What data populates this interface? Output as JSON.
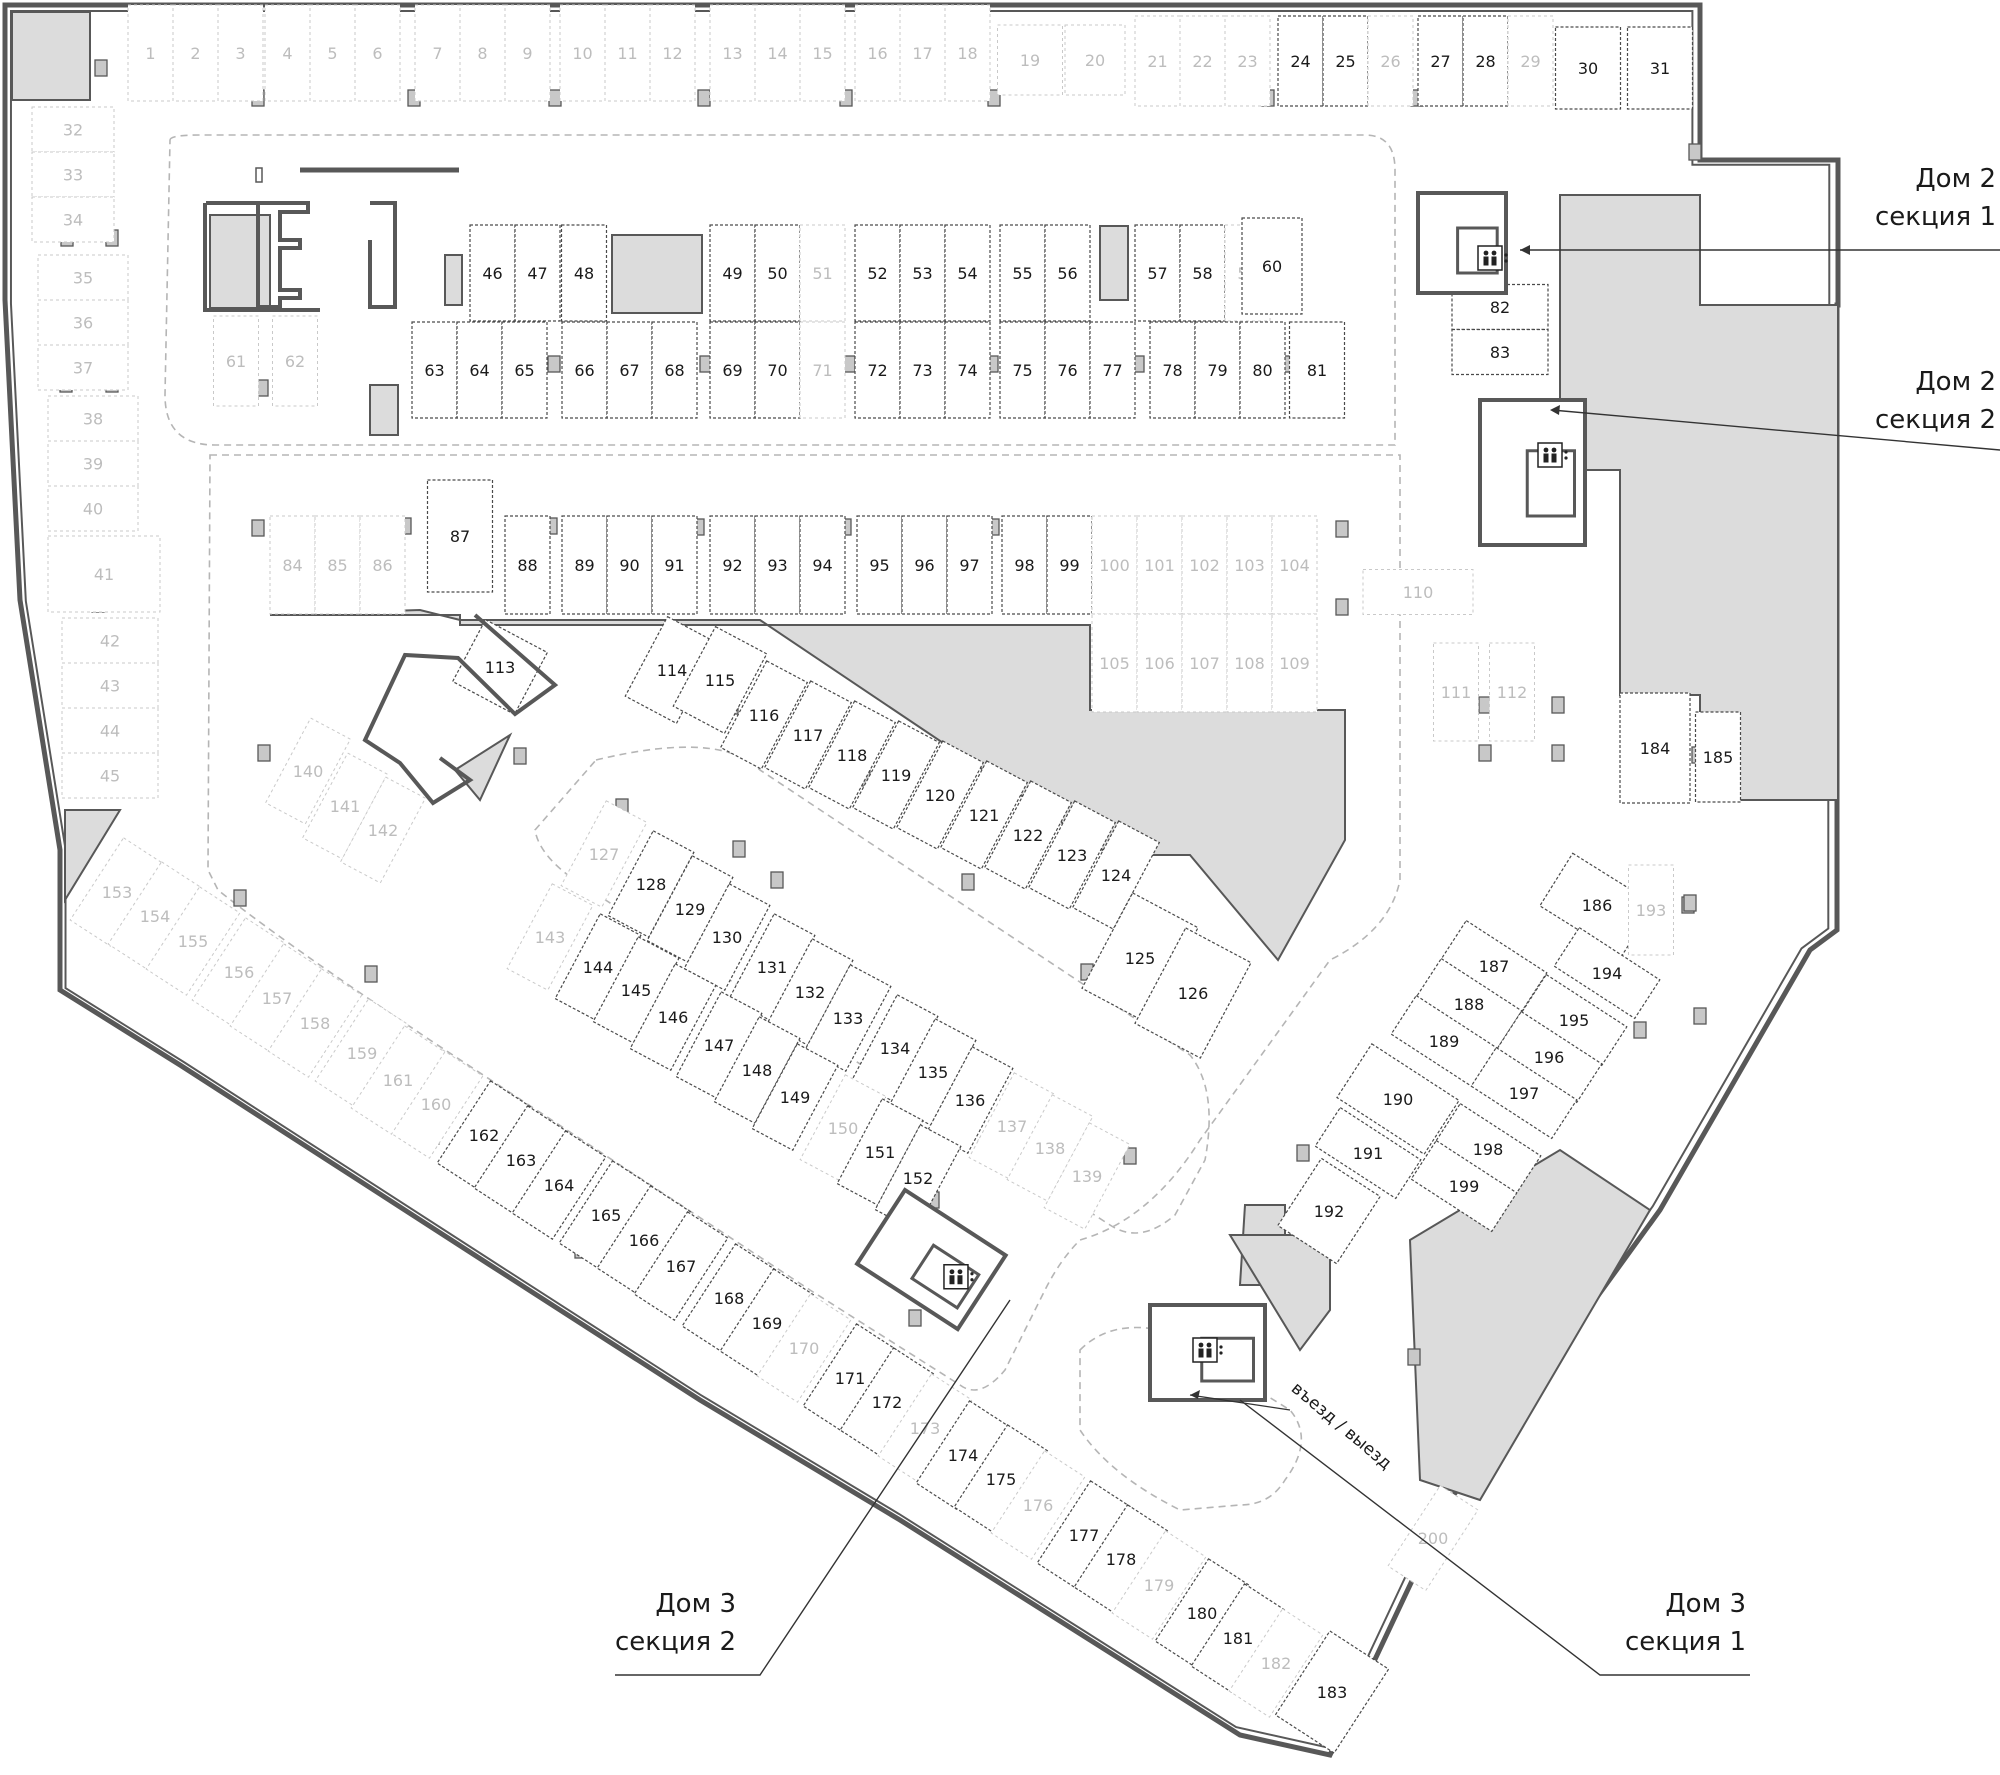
{
  "plan": {
    "colors": {
      "wall": "#585858",
      "core": "#dcdcdc",
      "stroke": "#4a4a4a",
      "available": "#1a1a1a",
      "unavailable": "#bdbdbd",
      "dash": "#b5b5b5"
    },
    "parking_spaces": [
      {
        "id": "1",
        "available": false
      },
      {
        "id": "2",
        "available": false
      },
      {
        "id": "3",
        "available": false
      },
      {
        "id": "4",
        "available": false
      },
      {
        "id": "5",
        "available": false
      },
      {
        "id": "6",
        "available": false
      },
      {
        "id": "7",
        "available": false
      },
      {
        "id": "8",
        "available": false
      },
      {
        "id": "9",
        "available": false
      },
      {
        "id": "10",
        "available": false
      },
      {
        "id": "11",
        "available": false
      },
      {
        "id": "12",
        "available": false
      },
      {
        "id": "13",
        "available": false
      },
      {
        "id": "14",
        "available": false
      },
      {
        "id": "15",
        "available": false
      },
      {
        "id": "16",
        "available": false
      },
      {
        "id": "17",
        "available": false
      },
      {
        "id": "18",
        "available": false
      },
      {
        "id": "19",
        "available": false
      },
      {
        "id": "20",
        "available": false
      },
      {
        "id": "21",
        "available": false
      },
      {
        "id": "22",
        "available": false
      },
      {
        "id": "23",
        "available": false
      },
      {
        "id": "24",
        "available": true
      },
      {
        "id": "25",
        "available": true
      },
      {
        "id": "26",
        "available": false
      },
      {
        "id": "27",
        "available": true
      },
      {
        "id": "28",
        "available": true
      },
      {
        "id": "29",
        "available": false
      },
      {
        "id": "30",
        "available": true
      },
      {
        "id": "31",
        "available": true
      },
      {
        "id": "32",
        "available": false
      },
      {
        "id": "33",
        "available": false
      },
      {
        "id": "34",
        "available": false
      },
      {
        "id": "35",
        "available": false
      },
      {
        "id": "36",
        "available": false
      },
      {
        "id": "37",
        "available": false
      },
      {
        "id": "38",
        "available": false
      },
      {
        "id": "39",
        "available": false
      },
      {
        "id": "40",
        "available": false
      },
      {
        "id": "41",
        "available": false
      },
      {
        "id": "42",
        "available": false
      },
      {
        "id": "43",
        "available": false
      },
      {
        "id": "44",
        "available": false
      },
      {
        "id": "45",
        "available": false
      },
      {
        "id": "46",
        "available": true
      },
      {
        "id": "47",
        "available": true
      },
      {
        "id": "48",
        "available": true
      },
      {
        "id": "49",
        "available": true
      },
      {
        "id": "50",
        "available": true
      },
      {
        "id": "51",
        "available": false
      },
      {
        "id": "52",
        "available": true
      },
      {
        "id": "53",
        "available": true
      },
      {
        "id": "54",
        "available": true
      },
      {
        "id": "55",
        "available": true
      },
      {
        "id": "56",
        "available": true
      },
      {
        "id": "57",
        "available": true
      },
      {
        "id": "58",
        "available": true
      },
      {
        "id": "59",
        "available": false
      },
      {
        "id": "60",
        "available": true
      },
      {
        "id": "61",
        "available": false
      },
      {
        "id": "62",
        "available": false
      },
      {
        "id": "63",
        "available": true
      },
      {
        "id": "64",
        "available": true
      },
      {
        "id": "65",
        "available": true
      },
      {
        "id": "66",
        "available": true
      },
      {
        "id": "67",
        "available": true
      },
      {
        "id": "68",
        "available": true
      },
      {
        "id": "69",
        "available": true
      },
      {
        "id": "70",
        "available": true
      },
      {
        "id": "71",
        "available": false
      },
      {
        "id": "72",
        "available": true
      },
      {
        "id": "73",
        "available": true
      },
      {
        "id": "74",
        "available": true
      },
      {
        "id": "75",
        "available": true
      },
      {
        "id": "76",
        "available": true
      },
      {
        "id": "77",
        "available": true
      },
      {
        "id": "78",
        "available": true
      },
      {
        "id": "79",
        "available": true
      },
      {
        "id": "80",
        "available": true
      },
      {
        "id": "81",
        "available": true
      },
      {
        "id": "82",
        "available": true
      },
      {
        "id": "83",
        "available": true
      },
      {
        "id": "84",
        "available": false
      },
      {
        "id": "85",
        "available": false
      },
      {
        "id": "86",
        "available": false
      },
      {
        "id": "87",
        "available": true
      },
      {
        "id": "88",
        "available": true
      },
      {
        "id": "89",
        "available": true
      },
      {
        "id": "90",
        "available": true
      },
      {
        "id": "91",
        "available": true
      },
      {
        "id": "92",
        "available": true
      },
      {
        "id": "93",
        "available": true
      },
      {
        "id": "94",
        "available": true
      },
      {
        "id": "95",
        "available": true
      },
      {
        "id": "96",
        "available": true
      },
      {
        "id": "97",
        "available": true
      },
      {
        "id": "98",
        "available": true
      },
      {
        "id": "99",
        "available": true
      },
      {
        "id": "100",
        "available": false
      },
      {
        "id": "101",
        "available": false
      },
      {
        "id": "102",
        "available": false
      },
      {
        "id": "103",
        "available": false
      },
      {
        "id": "104",
        "available": false
      },
      {
        "id": "105",
        "available": false
      },
      {
        "id": "106",
        "available": false
      },
      {
        "id": "107",
        "available": false
      },
      {
        "id": "108",
        "available": false
      },
      {
        "id": "109",
        "available": false
      },
      {
        "id": "110",
        "available": false
      },
      {
        "id": "111",
        "available": false
      },
      {
        "id": "112",
        "available": false
      },
      {
        "id": "113",
        "available": true
      },
      {
        "id": "114",
        "available": true
      },
      {
        "id": "115",
        "available": true
      },
      {
        "id": "116",
        "available": true
      },
      {
        "id": "117",
        "available": true
      },
      {
        "id": "118",
        "available": true
      },
      {
        "id": "119",
        "available": true
      },
      {
        "id": "120",
        "available": true
      },
      {
        "id": "121",
        "available": true
      },
      {
        "id": "122",
        "available": true
      },
      {
        "id": "123",
        "available": true
      },
      {
        "id": "124",
        "available": true
      },
      {
        "id": "125",
        "available": true
      },
      {
        "id": "126",
        "available": true
      },
      {
        "id": "127",
        "available": false
      },
      {
        "id": "128",
        "available": true
      },
      {
        "id": "129",
        "available": true
      },
      {
        "id": "130",
        "available": true
      },
      {
        "id": "131",
        "available": true
      },
      {
        "id": "132",
        "available": true
      },
      {
        "id": "133",
        "available": true
      },
      {
        "id": "134",
        "available": true
      },
      {
        "id": "135",
        "available": true
      },
      {
        "id": "136",
        "available": true
      },
      {
        "id": "137",
        "available": false
      },
      {
        "id": "138",
        "available": false
      },
      {
        "id": "139",
        "available": false
      },
      {
        "id": "140",
        "available": false
      },
      {
        "id": "141",
        "available": false
      },
      {
        "id": "142",
        "available": false
      },
      {
        "id": "143",
        "available": false
      },
      {
        "id": "144",
        "available": true
      },
      {
        "id": "145",
        "available": true
      },
      {
        "id": "146",
        "available": true
      },
      {
        "id": "147",
        "available": true
      },
      {
        "id": "148",
        "available": true
      },
      {
        "id": "149",
        "available": true
      },
      {
        "id": "150",
        "available": false
      },
      {
        "id": "151",
        "available": true
      },
      {
        "id": "152",
        "available": true
      },
      {
        "id": "153",
        "available": false
      },
      {
        "id": "154",
        "available": false
      },
      {
        "id": "155",
        "available": false
      },
      {
        "id": "156",
        "available": false
      },
      {
        "id": "157",
        "available": false
      },
      {
        "id": "158",
        "available": false
      },
      {
        "id": "159",
        "available": false
      },
      {
        "id": "160",
        "available": false
      },
      {
        "id": "161",
        "available": false
      },
      {
        "id": "162",
        "available": true
      },
      {
        "id": "163",
        "available": true
      },
      {
        "id": "164",
        "available": true
      },
      {
        "id": "165",
        "available": true
      },
      {
        "id": "166",
        "available": true
      },
      {
        "id": "167",
        "available": true
      },
      {
        "id": "168",
        "available": true
      },
      {
        "id": "169",
        "available": true
      },
      {
        "id": "170",
        "available": false
      },
      {
        "id": "171",
        "available": true
      },
      {
        "id": "172",
        "available": true
      },
      {
        "id": "173",
        "available": false
      },
      {
        "id": "174",
        "available": true
      },
      {
        "id": "175",
        "available": true
      },
      {
        "id": "176",
        "available": false
      },
      {
        "id": "177",
        "available": true
      },
      {
        "id": "178",
        "available": true
      },
      {
        "id": "179",
        "available": false
      },
      {
        "id": "180",
        "available": true
      },
      {
        "id": "181",
        "available": true
      },
      {
        "id": "182",
        "available": false
      },
      {
        "id": "183",
        "available": true
      },
      {
        "id": "184",
        "available": true
      },
      {
        "id": "185",
        "available": true
      },
      {
        "id": "186",
        "available": true
      },
      {
        "id": "187",
        "available": true
      },
      {
        "id": "188",
        "available": true
      },
      {
        "id": "189",
        "available": true
      },
      {
        "id": "190",
        "available": true
      },
      {
        "id": "191",
        "available": true
      },
      {
        "id": "192",
        "available": true
      },
      {
        "id": "193",
        "available": false
      },
      {
        "id": "194",
        "available": true
      },
      {
        "id": "195",
        "available": true
      },
      {
        "id": "196",
        "available": true
      },
      {
        "id": "197",
        "available": true
      },
      {
        "id": "198",
        "available": true
      },
      {
        "id": "199",
        "available": true
      },
      {
        "id": "200",
        "available": false
      }
    ],
    "annotations": [
      {
        "key": "dom2_s1",
        "line1": "Дом 2",
        "line2": "секция 1"
      },
      {
        "key": "dom2_s2",
        "line1": "Дом 2",
        "line2": "секция 2"
      },
      {
        "key": "dom3_s2",
        "line1": "Дом 3",
        "line2": "секция 2"
      },
      {
        "key": "dom3_s1",
        "line1": "Дом 3",
        "line2": "секция 1"
      }
    ],
    "ramp_label": "въезд / выезд",
    "icons": {
      "elevator": "elevator-icon"
    }
  }
}
